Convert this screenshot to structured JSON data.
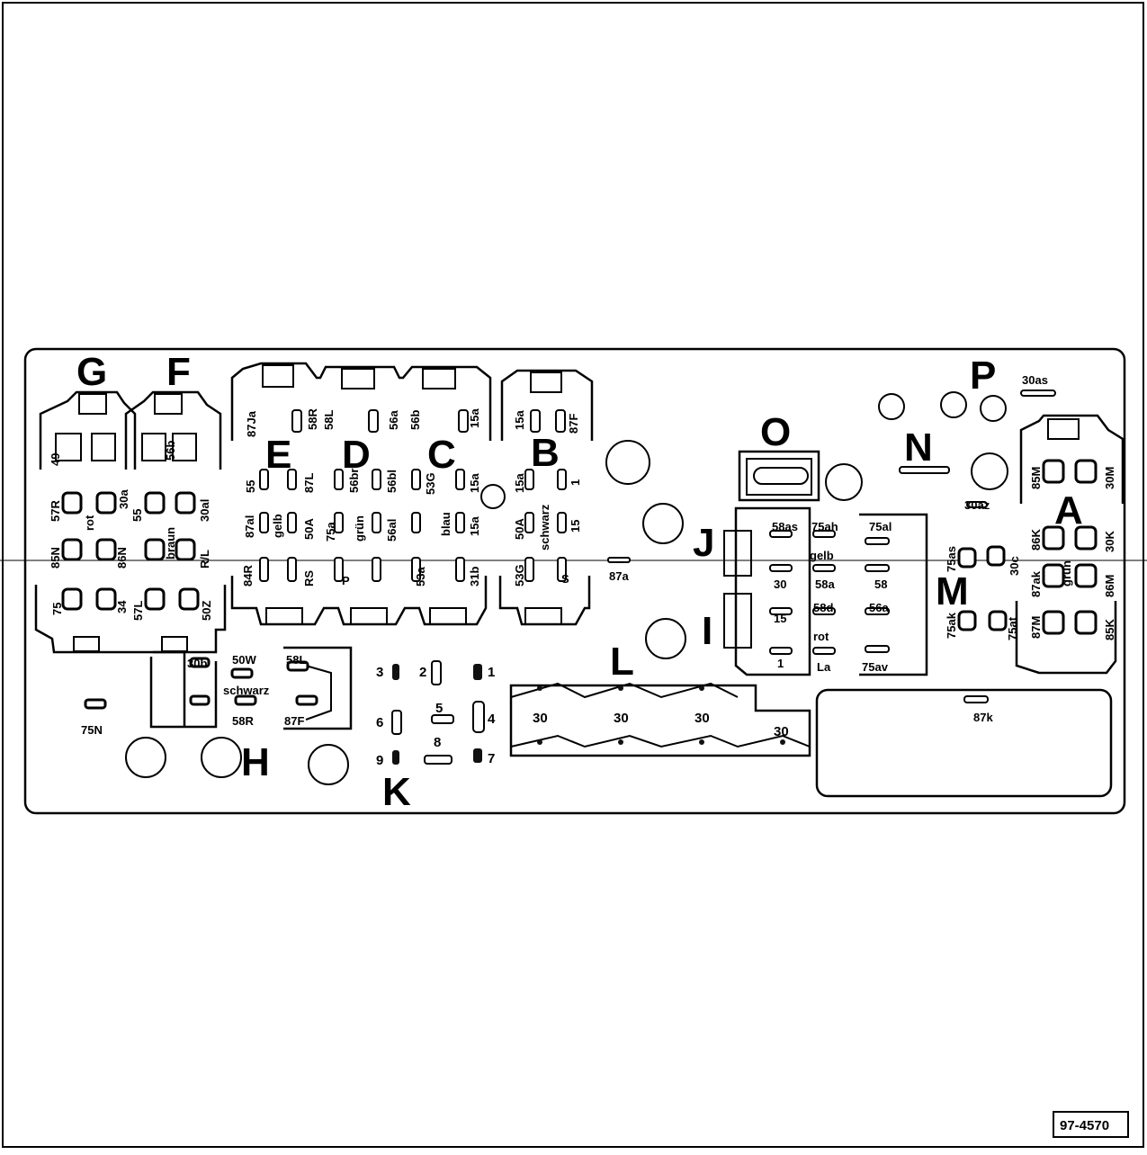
{
  "figure_id": "97-4570",
  "modules": [
    "A",
    "B",
    "C",
    "D",
    "E",
    "F",
    "G",
    "H",
    "I",
    "J",
    "K",
    "L",
    "M",
    "N",
    "O",
    "P"
  ],
  "terminals": {
    "upper_row": [
      "87Ja",
      "58R",
      "58L",
      "56a",
      "56b",
      "15a",
      "15a",
      "87F"
    ],
    "left_block": [
      "49",
      "56b",
      "57R",
      "30a",
      "55",
      "30al",
      "rot",
      "85N",
      "86N",
      "braun",
      "R/L",
      "75",
      "34",
      "57L",
      "50Z"
    ],
    "center_block": [
      "55",
      "87L",
      "56br",
      "56bl",
      "53G",
      "15a",
      "15a",
      "1",
      "87al",
      "gelb",
      "50A",
      "75a",
      "grün",
      "56al",
      "blau",
      "15a",
      "50A",
      "schwarz",
      "15",
      "84R",
      "RS",
      "P",
      "53a",
      "31b",
      "53G",
      "S",
      "87a"
    ],
    "bottom_left": [
      "30b",
      "50W",
      "58L",
      "schwarz",
      "58R",
      "87F",
      "75N"
    ],
    "k_block": [
      "3",
      "2",
      "1",
      "6",
      "5",
      "4",
      "9",
      "8",
      "7"
    ],
    "l_block": [
      "30",
      "30",
      "30",
      "30"
    ],
    "right_block": [
      "58as",
      "75ah",
      "75al",
      "gelb",
      "30",
      "58a",
      "58",
      "15",
      "58d",
      "56a",
      "rot",
      "La",
      "1",
      "75av",
      "30az",
      "75as",
      "30c",
      "75ak",
      "75at",
      "87k",
      "30as"
    ],
    "a_block": [
      "85M",
      "30M",
      "86K",
      "30K",
      "87ak",
      "grün",
      "86M",
      "87M",
      "85K"
    ]
  }
}
